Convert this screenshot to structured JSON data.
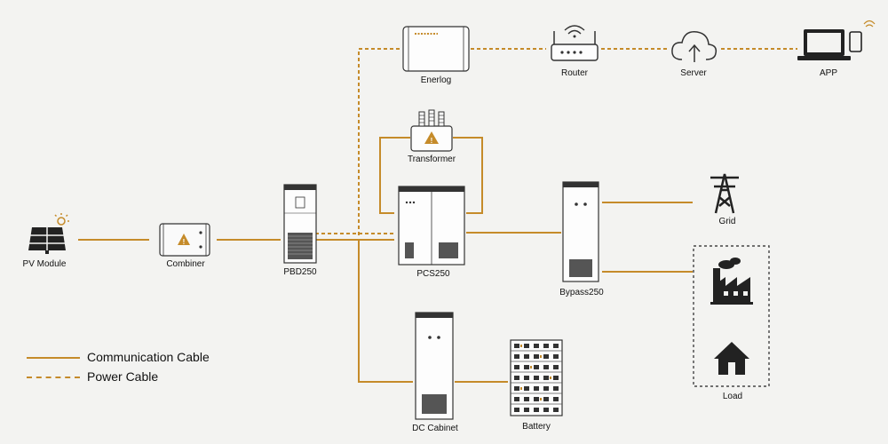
{
  "colors": {
    "cable": "#c58b2a",
    "device": "#333333",
    "background": "#f3f3f1"
  },
  "nodes": {
    "pv_module": "PV Module",
    "combiner": "Combiner",
    "pbd250": "PBD250",
    "pcs250": "PCS250",
    "bypass250": "Bypass250",
    "transformer": "Transformer",
    "enerlog": "Enerlog",
    "router": "Router",
    "server": "Server",
    "app": "APP",
    "grid": "Grid",
    "load": "Load",
    "dc_cabinet": "DC Cabinet",
    "battery": "Battery"
  },
  "legend": {
    "solid": "Communication Cable",
    "dashed": "Power Cable"
  },
  "icons": [
    "solar-panel-icon",
    "sun-icon",
    "combiner-box-icon",
    "warning-icon",
    "cabinet-icon",
    "router-icon",
    "wifi-icon",
    "cloud-upload-icon",
    "laptop-icon",
    "phone-icon",
    "transmission-tower-icon",
    "factory-icon",
    "house-icon",
    "battery-rack-icon"
  ]
}
